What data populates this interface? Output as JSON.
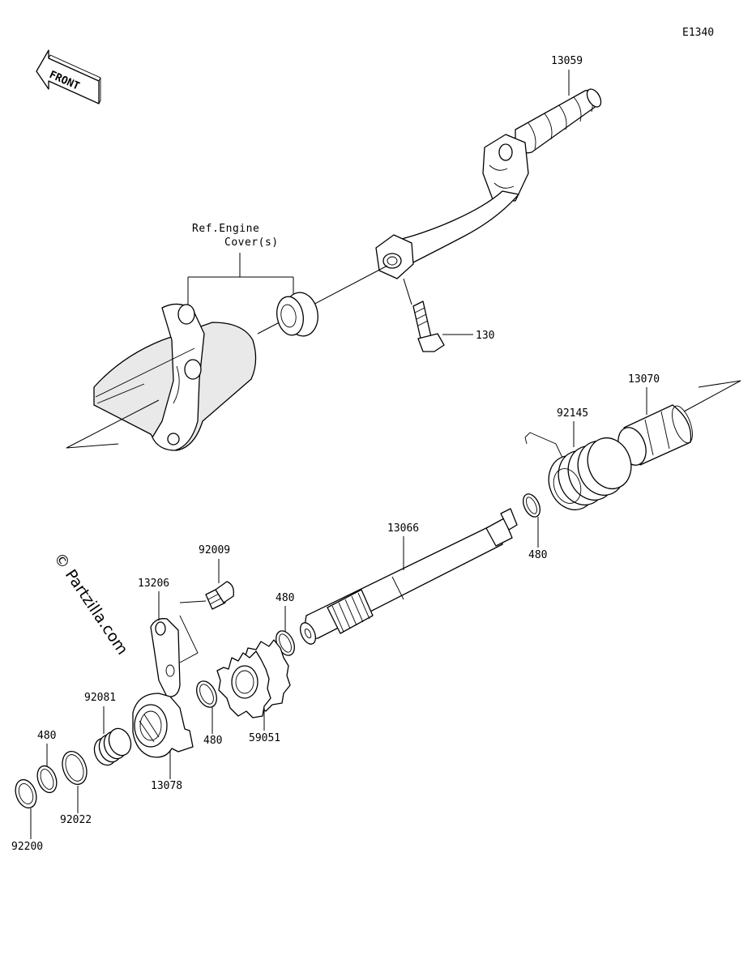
{
  "diagram_code": "E1340",
  "front_arrow_label": "FRONT",
  "watermark": "© Partzilla.com",
  "ref_note": {
    "line1": "Ref.Engine",
    "line2": "Cover(s)"
  },
  "callouts": {
    "kick_pedal": "13059",
    "bolt": "130",
    "guide": "13070",
    "spring": "92145",
    "shaft": "13066",
    "circlip_shaft": "480",
    "bolt_small": "92009",
    "stopper_plate": "13206",
    "circlip_gear": "480",
    "circlip_lower": "480",
    "gear": "59051",
    "spring_small": "92081",
    "ratchet": "13078",
    "circlip_end": "480",
    "washer": "92022",
    "washer_end": "92200"
  }
}
